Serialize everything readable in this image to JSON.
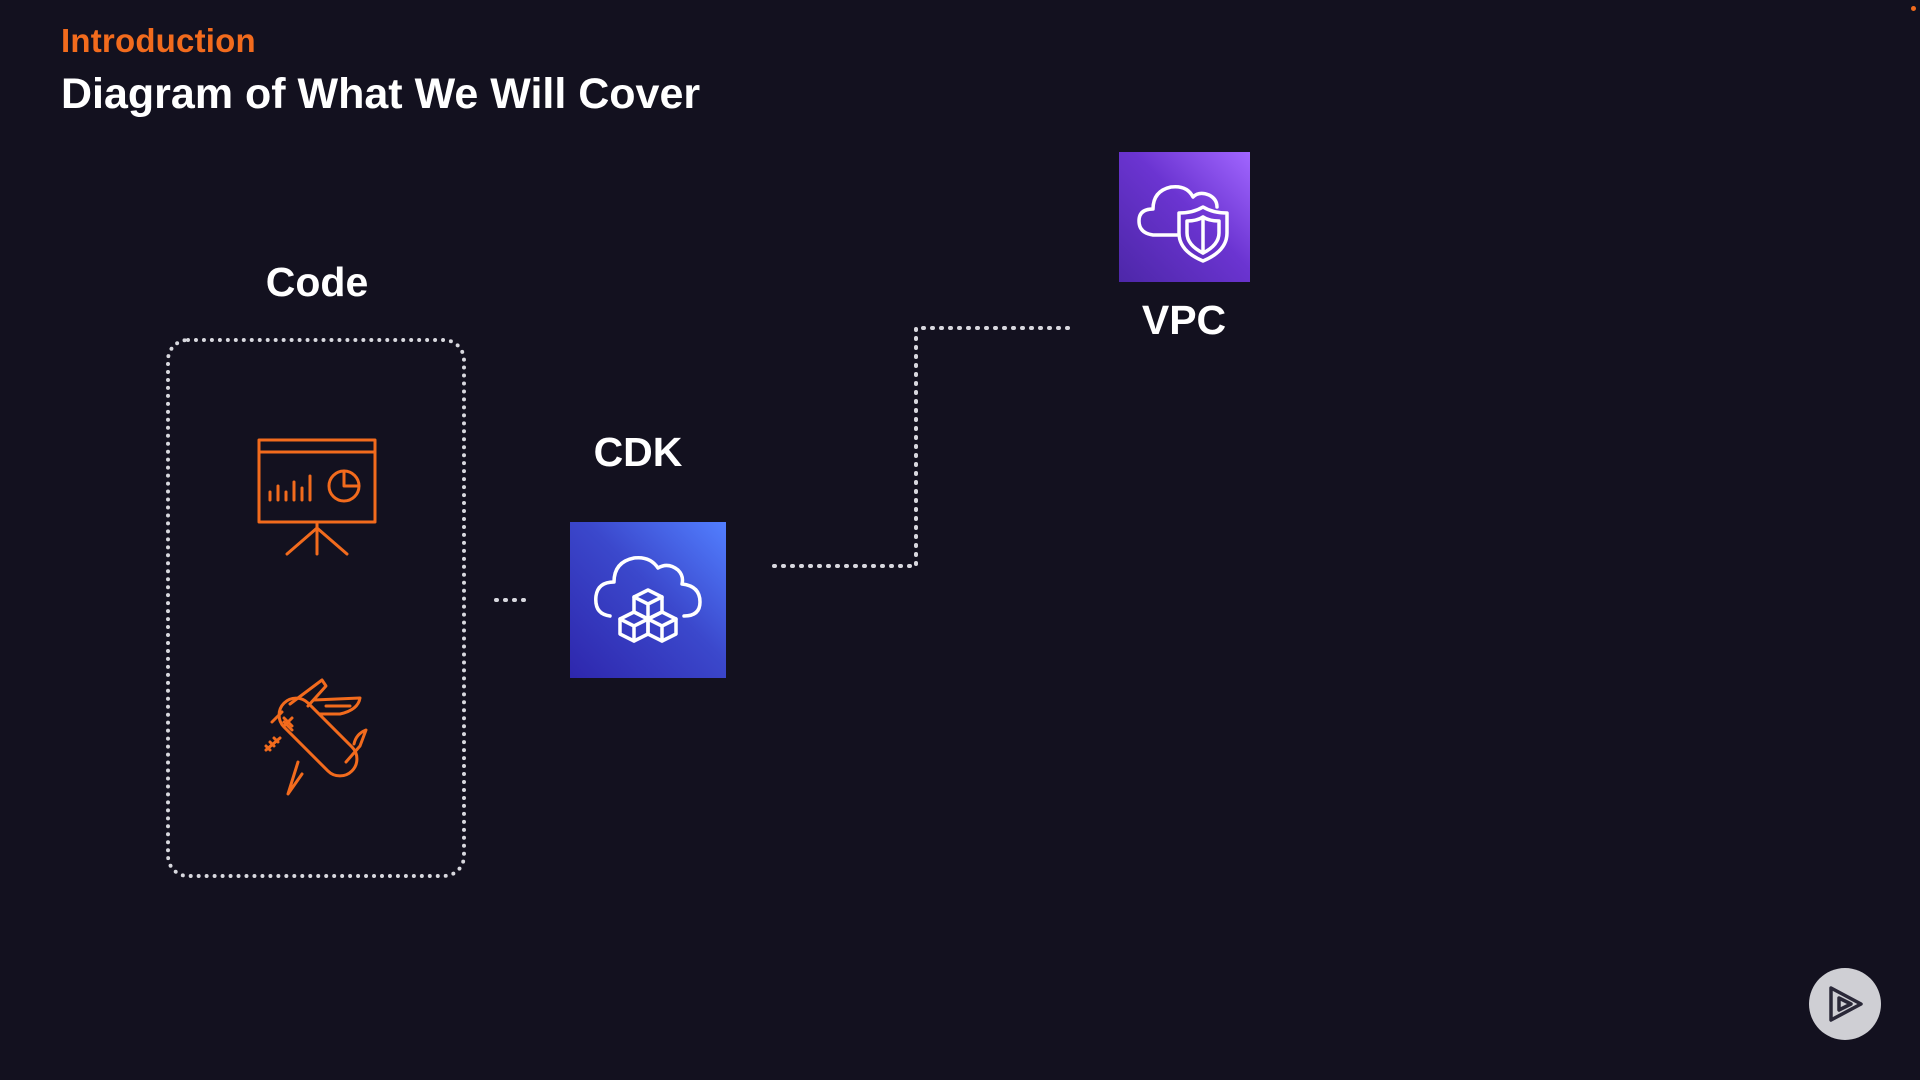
{
  "header": {
    "section": "Introduction",
    "title": "Diagram of What We Will Cover"
  },
  "nodes": {
    "code": {
      "label": "Code",
      "icons": [
        "presentation-board-icon",
        "swiss-army-knife-icon"
      ]
    },
    "cdk": {
      "label": "CDK",
      "icon": "cloud-cubes-icon"
    },
    "vpc": {
      "label": "VPC",
      "icon": "cloud-shield-icon"
    }
  },
  "edges": [
    {
      "from": "code",
      "to": "cdk",
      "style": "dotted"
    },
    {
      "from": "cdk",
      "to": "vpc",
      "style": "dotted"
    }
  ],
  "colors": {
    "background": "#13111f",
    "accent_orange": "#f26b1d",
    "cdk_tile": "#3b48cc",
    "vpc_tile": "#6b34d1",
    "connector": "#d8d8de"
  },
  "controls": {
    "play_icon": "play-icon"
  }
}
